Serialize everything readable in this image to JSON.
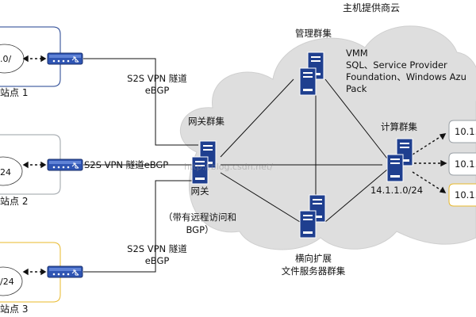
{
  "cloud": {
    "title": "主机提供商云"
  },
  "sites": [
    {
      "site_label": "站点 1",
      "network_label": ".0/",
      "border_color": "#1f3f8f"
    },
    {
      "site_label": "站点 2",
      "network_label": "24",
      "border_color": "#9aa0a6"
    },
    {
      "site_label": "站点 3",
      "network_label": "/24",
      "border_color": "#e8b82a"
    }
  ],
  "links": [
    {
      "line1": "S2S VPN 隧道",
      "line2": "eBGP"
    },
    {
      "line1": "S2S VPN 隧道eBGP"
    },
    {
      "line1": "S2S VPN 隧道",
      "line2": "eBGP"
    }
  ],
  "gateway": {
    "cluster_label": "网关群集",
    "name": "网关",
    "desc_line1": "（带有远程访问和",
    "desc_line2": "BGP）"
  },
  "management": {
    "cluster_label": "管理群集",
    "desc_lines": [
      "VMM",
      "SQL、Service Provider",
      "Foundation、Windows Azu",
      "Pack"
    ]
  },
  "compute": {
    "cluster_label": "计算群集",
    "subnet_label": "14.1.1.0/24",
    "vm_labels": [
      "10.1.",
      "10.1.",
      "10.1."
    ],
    "vm_colors": [
      "#9aa0a6",
      "#9aa0a6",
      "#e8b82a"
    ]
  },
  "fileserver": {
    "line1": "横向扩展",
    "line2": "文件服务器群集"
  },
  "watermark": "http://blog.csdn.net/",
  "colors": {
    "server": "#1f3f8f",
    "line": "#111111",
    "cloud": "#dedede",
    "router": "#2f55b3"
  }
}
